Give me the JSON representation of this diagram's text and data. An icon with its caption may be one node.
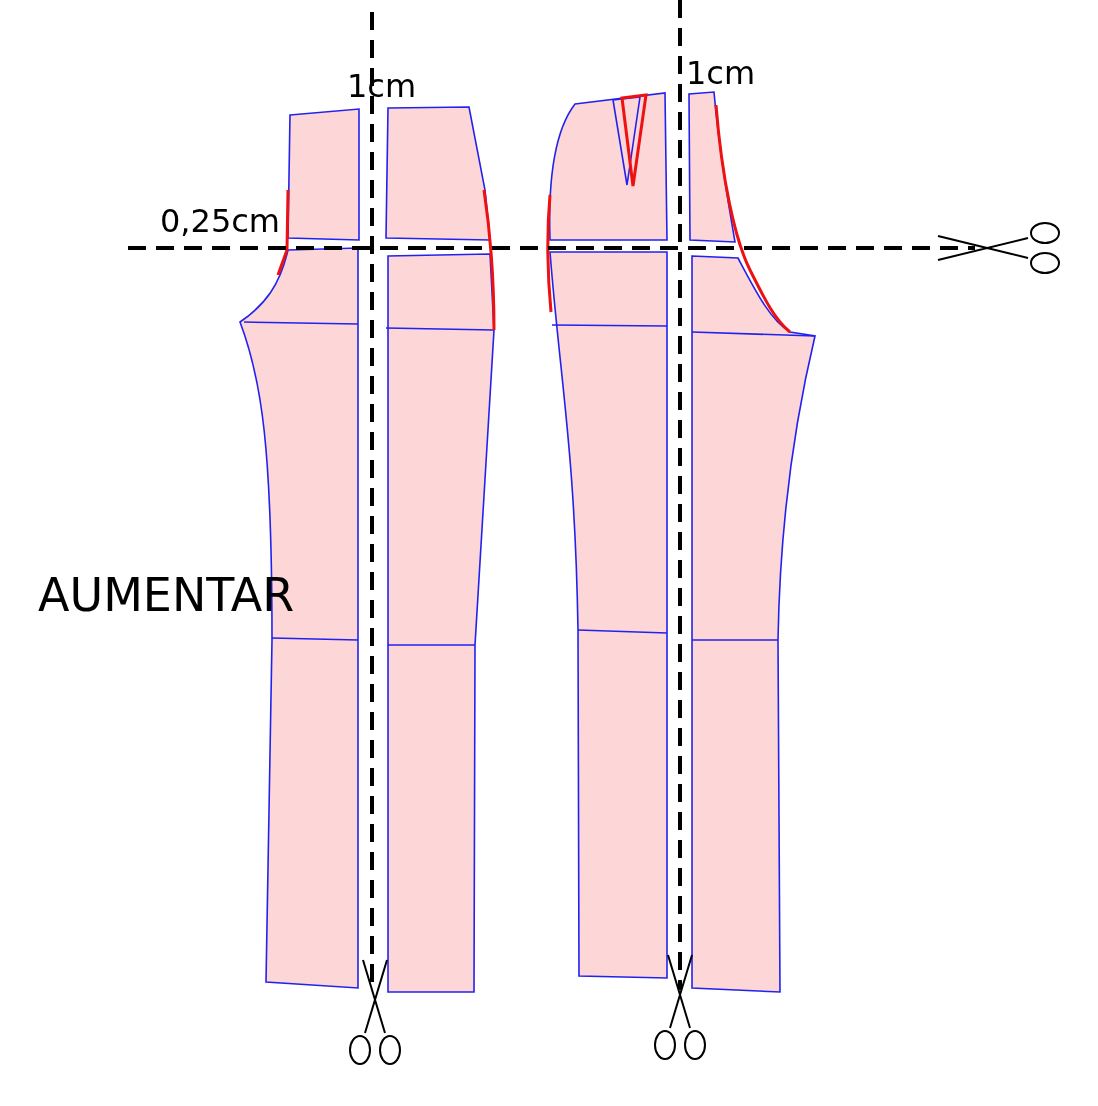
{
  "diagram": {
    "labels": [
      "1cm",
      "1cm",
      "0,25cm",
      "AUMENTAR"
    ]
  }
}
